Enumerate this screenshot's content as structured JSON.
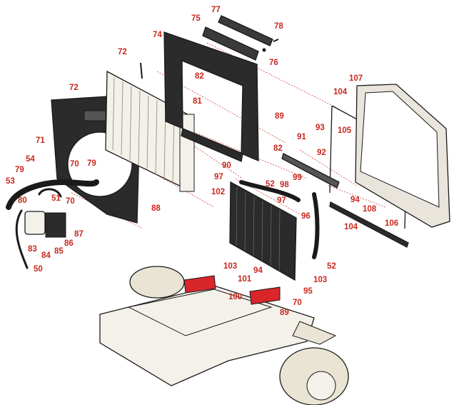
{
  "figure": "exploded-parts-diagram",
  "colors": {
    "callout": "#c8281e",
    "part_dark": "#2b2b2b",
    "part_light": "#f4f1ea",
    "highlight": "#d8262a",
    "tire": "#e9e4d4"
  },
  "callouts": {
    "c50": "50",
    "c51": "51",
    "c52a": "52",
    "c52b": "52",
    "c53": "53",
    "c54": "54",
    "c70a": "70",
    "c70b": "70",
    "c70c": "70",
    "c71": "71",
    "c72a": "72",
    "c72b": "72",
    "c74": "74",
    "c75": "75",
    "c76": "76",
    "c77": "77",
    "c78": "78",
    "c79a": "79",
    "c79b": "79",
    "c80": "80",
    "c81": "81",
    "c82a": "82",
    "c82b": "82",
    "c83": "83",
    "c84": "84",
    "c85": "85",
    "c86": "86",
    "c87": "87",
    "c88": "88",
    "c89a": "89",
    "c89b": "89",
    "c90": "90",
    "c91": "91",
    "c92": "92",
    "c93": "93",
    "c94a": "94",
    "c94b": "94",
    "c95": "95",
    "c96": "96",
    "c97a": "97",
    "c97b": "97",
    "c98": "98",
    "c99": "99",
    "c100": "100",
    "c101": "101",
    "c102": "102",
    "c103a": "103",
    "c103b": "103",
    "c104a": "104",
    "c104b": "104",
    "c105": "105",
    "c106": "106",
    "c107": "107",
    "c108": "108"
  }
}
